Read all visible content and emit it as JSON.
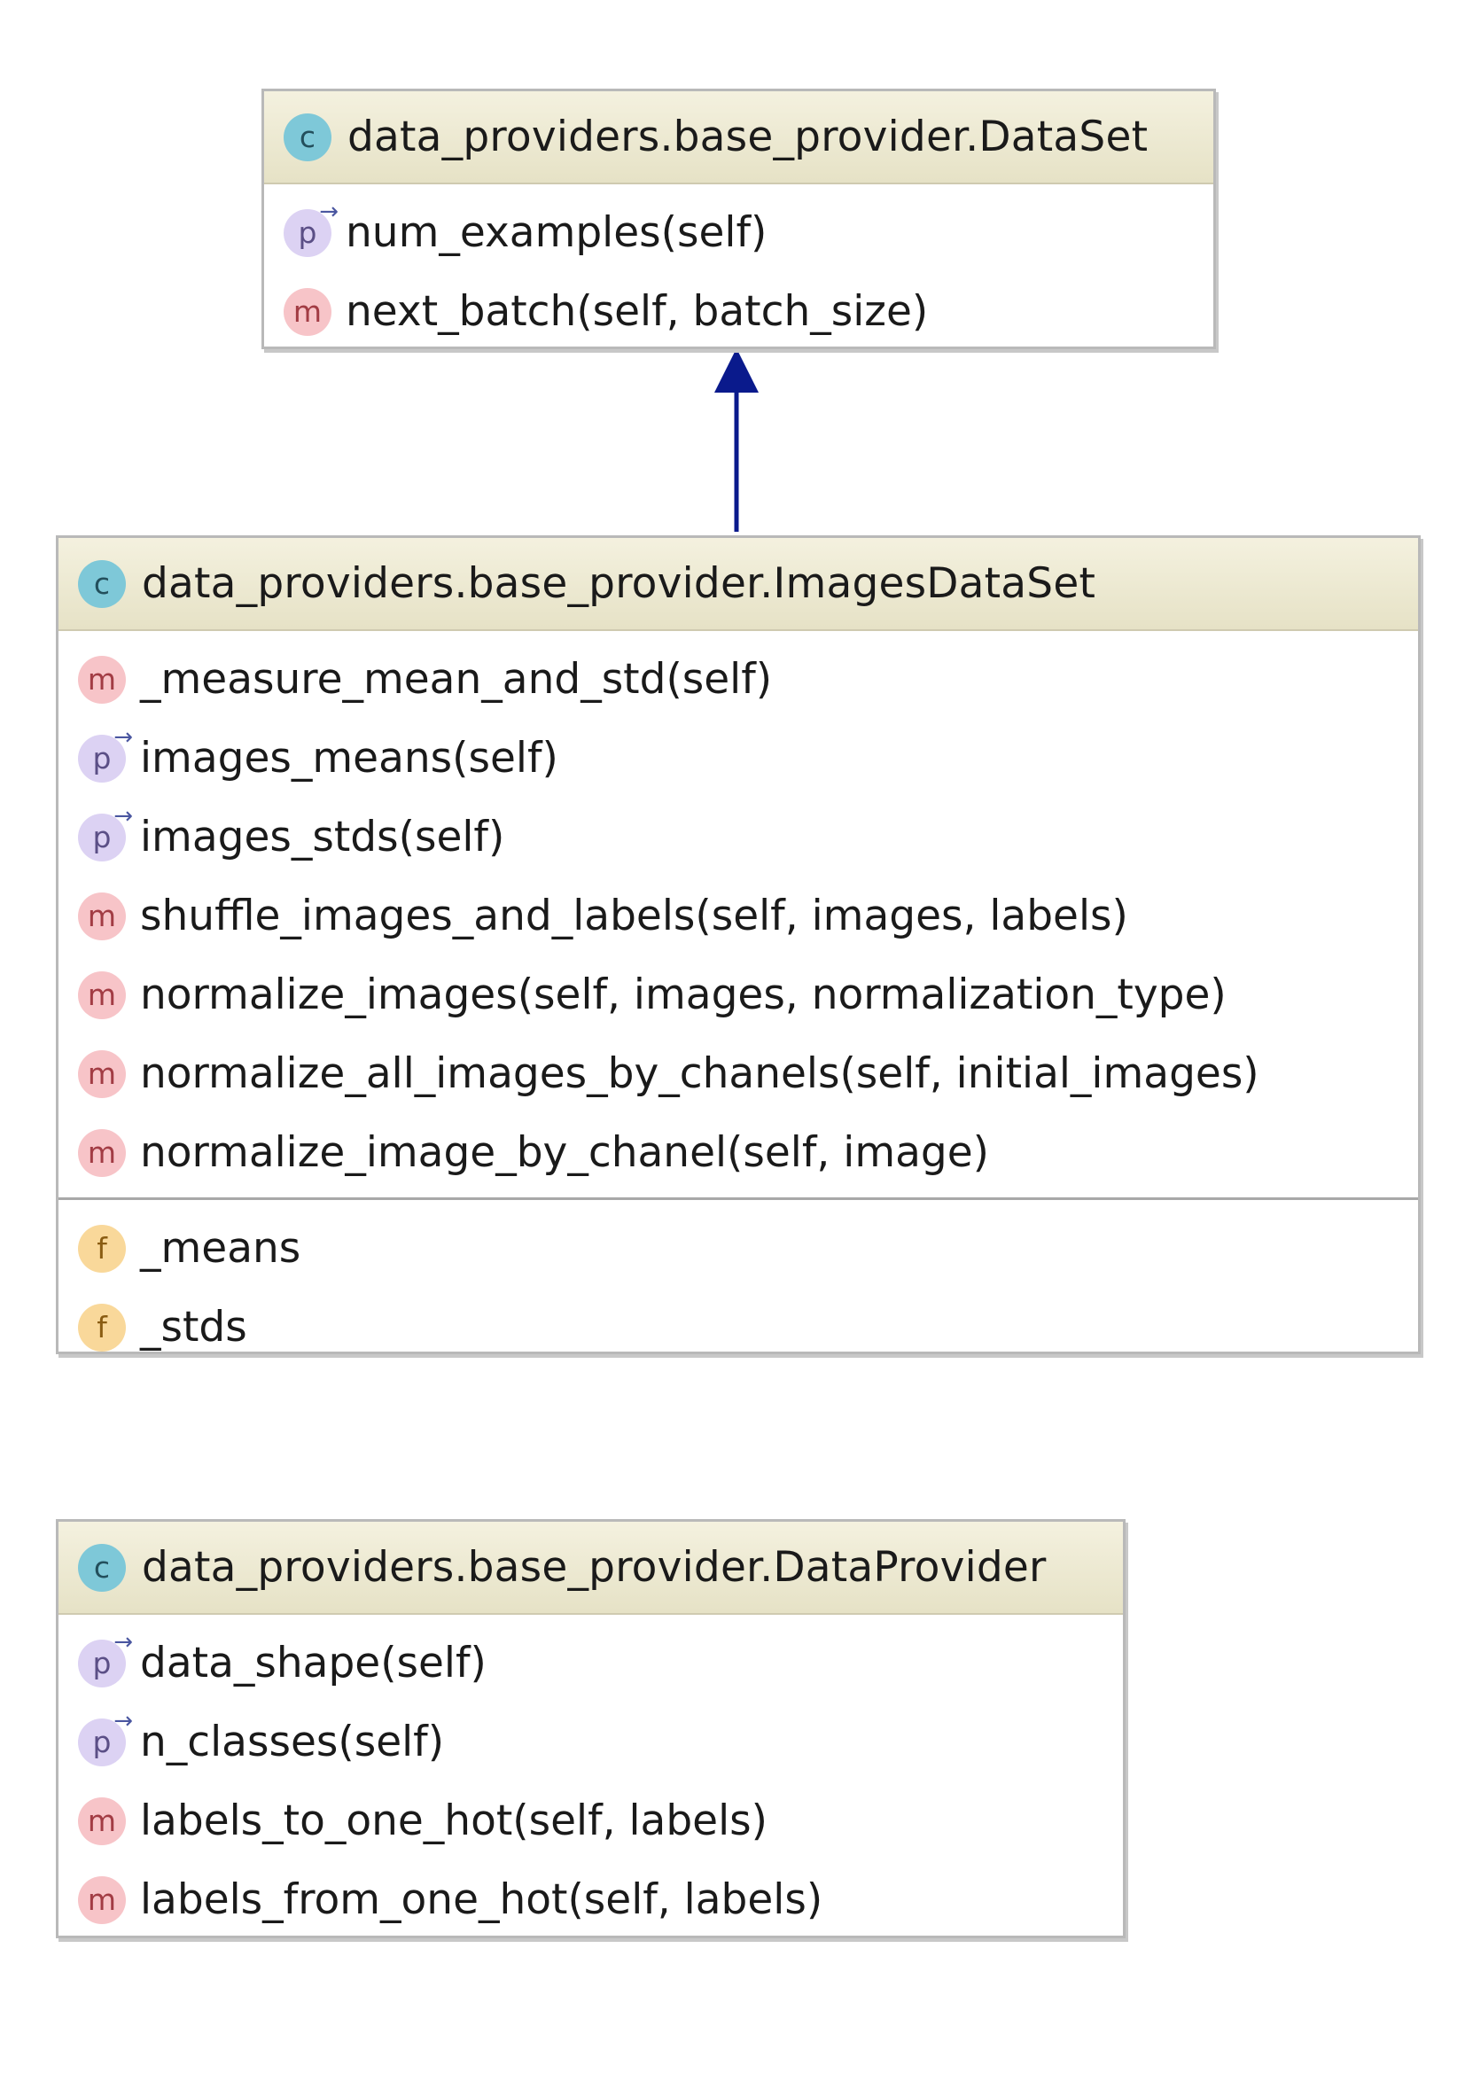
{
  "classes": [
    {
      "title": "data_providers.base_provider.DataSet",
      "methods": [
        {
          "kind": "p",
          "label": "num_examples(self)"
        },
        {
          "kind": "m",
          "label": "next_batch(self, batch_size)"
        }
      ],
      "fields": []
    },
    {
      "title": "data_providers.base_provider.ImagesDataSet",
      "methods": [
        {
          "kind": "m",
          "label": "_measure_mean_and_std(self)"
        },
        {
          "kind": "p",
          "label": "images_means(self)"
        },
        {
          "kind": "p",
          "label": "images_stds(self)"
        },
        {
          "kind": "m",
          "label": "shuffle_images_and_labels(self, images, labels)"
        },
        {
          "kind": "m",
          "label": "normalize_images(self, images, normalization_type)"
        },
        {
          "kind": "m",
          "label": "normalize_all_images_by_chanels(self, initial_images)"
        },
        {
          "kind": "m",
          "label": "normalize_image_by_chanel(self, image)"
        }
      ],
      "fields": [
        {
          "kind": "f",
          "label": "_means"
        },
        {
          "kind": "f",
          "label": "_stds"
        }
      ]
    },
    {
      "title": "data_providers.base_provider.DataProvider",
      "methods": [
        {
          "kind": "p",
          "label": "data_shape(self)"
        },
        {
          "kind": "p",
          "label": "n_classes(self)"
        },
        {
          "kind": "m",
          "label": "labels_to_one_hot(self, labels)"
        },
        {
          "kind": "m",
          "label": "labels_from_one_hot(self, labels)"
        }
      ],
      "fields": []
    }
  ],
  "badge_glyphs": {
    "c": "c",
    "m": "m",
    "p": "p",
    "f": "f"
  },
  "colors": {
    "arrow": "#0a1a8c",
    "header": "#ebe7cf",
    "badge_class": "#7ec8d8",
    "badge_method": "#f7c4c8",
    "badge_property": "#dcd2f3",
    "badge_field": "#f9d89a"
  }
}
